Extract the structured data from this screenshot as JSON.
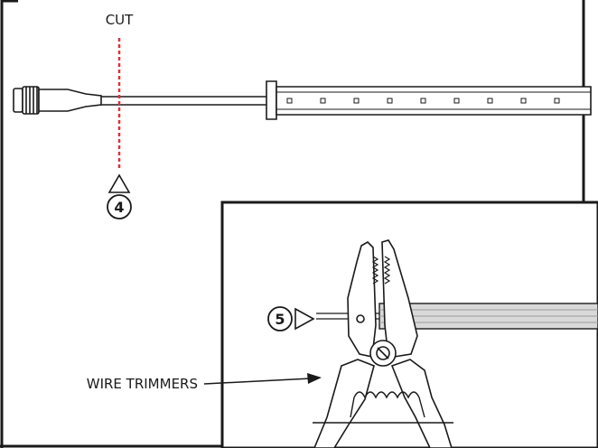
{
  "labels": {
    "cut": "CUT",
    "wire_trimmers": "WIRE TRIMMERS"
  },
  "steps": {
    "step4": "4",
    "step5": "5"
  },
  "colors": {
    "line": "#1a1a1a",
    "cut_line": "#e0303a",
    "bar_fill": "#d9d9d9"
  }
}
